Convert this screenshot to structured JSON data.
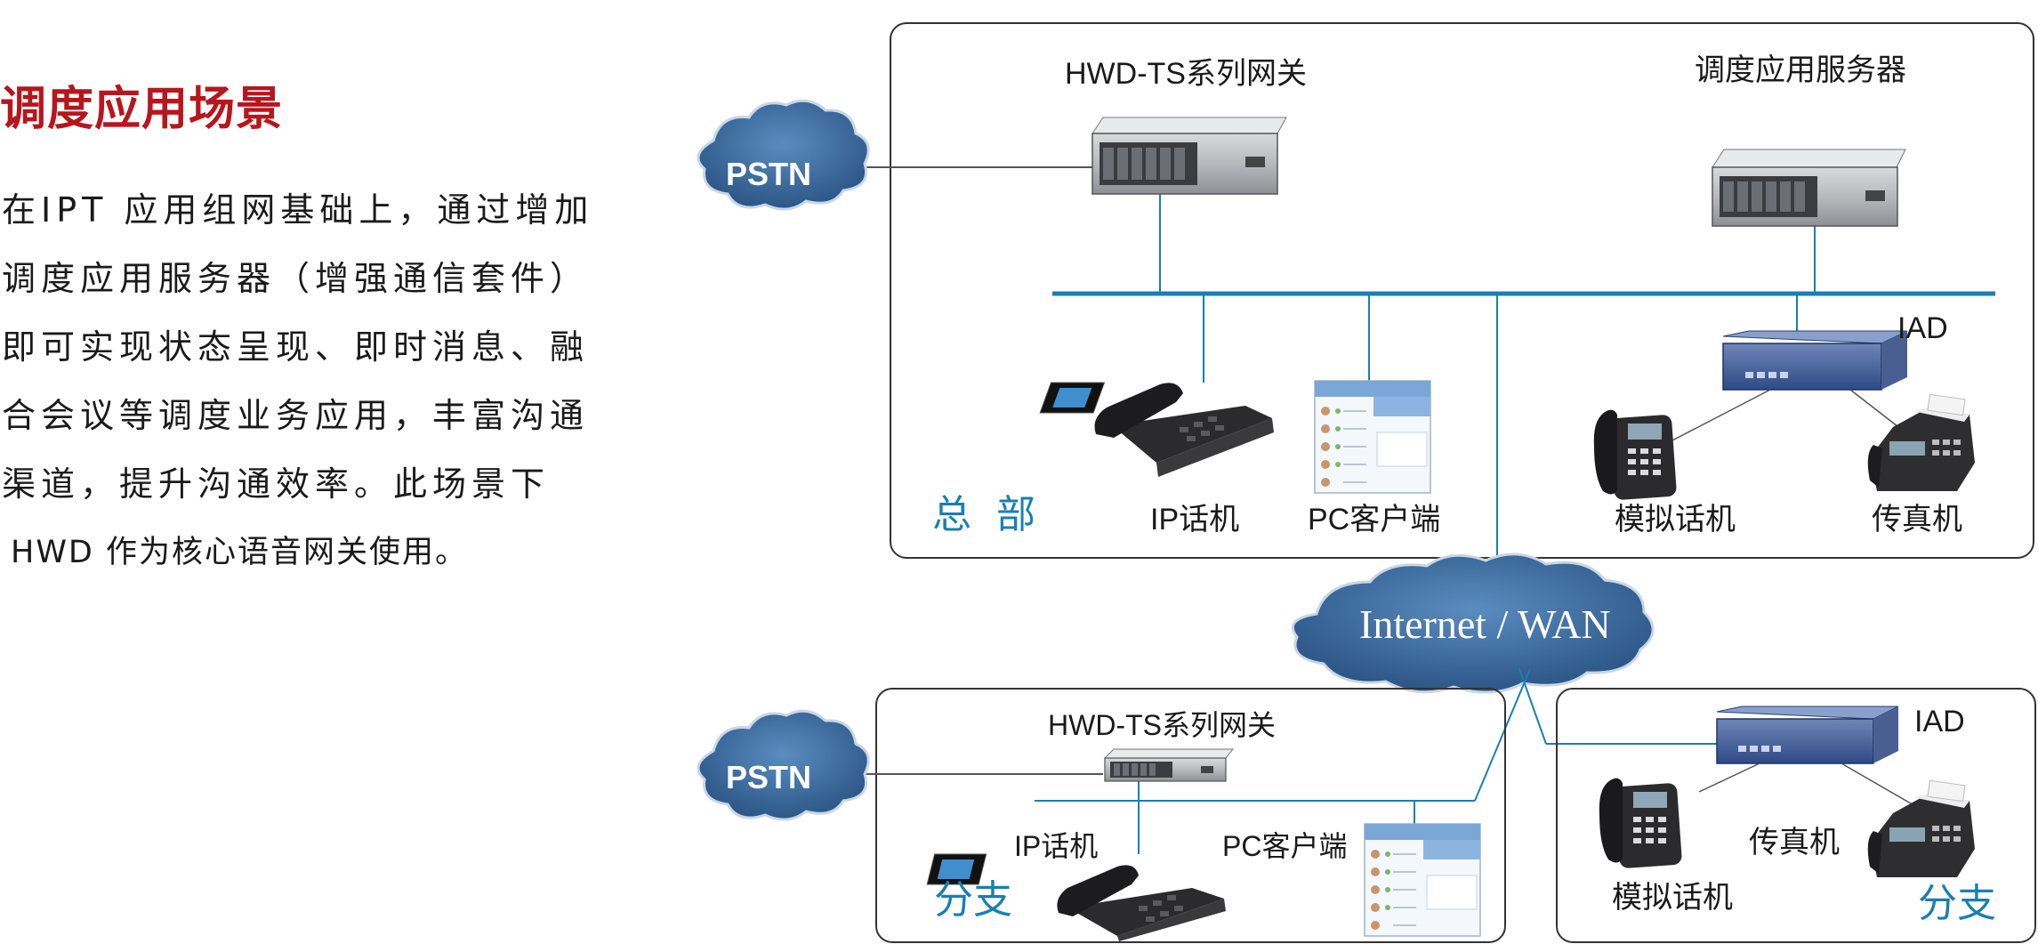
{
  "heading": "调度应用场景",
  "description": [
    "在IPT 应用组网基础上，通过增加",
    "调度应用服务器（增强通信套件）",
    "即可实现状态呈现、即时消息、融",
    "合会议等调度业务应用，丰富沟通",
    "渠道，提升沟通效率。此场景下",
    "HWD 作为核心语音网关使用。"
  ],
  "diagram": {
    "pstn_label": "PSTN",
    "wan_label": "Internet / WAN",
    "headquarters": {
      "site_label": "总  部",
      "gateway_label": "HWD-TS系列网关",
      "server_label": "调度应用服务器",
      "iad_label": "IAD",
      "ip_phone_label": "IP话机",
      "pc_client_label": "PC客户端",
      "analog_phone_label": "模拟话机",
      "fax_label": "传真机"
    },
    "branch_left": {
      "site_label": "分支",
      "gateway_label": "HWD-TS系列网关",
      "ip_phone_label": "IP话机",
      "pc_client_label": "PC客户端"
    },
    "branch_right": {
      "site_label": "分支",
      "iad_label": "IAD",
      "fax_label": "传真机",
      "analog_phone_label": "模拟话机"
    }
  },
  "colors": {
    "heading": "#b8161c",
    "link_line": "#1a7fb3",
    "site_text": "#1a7fb3",
    "cloud_fill": "#3f6f9f"
  }
}
